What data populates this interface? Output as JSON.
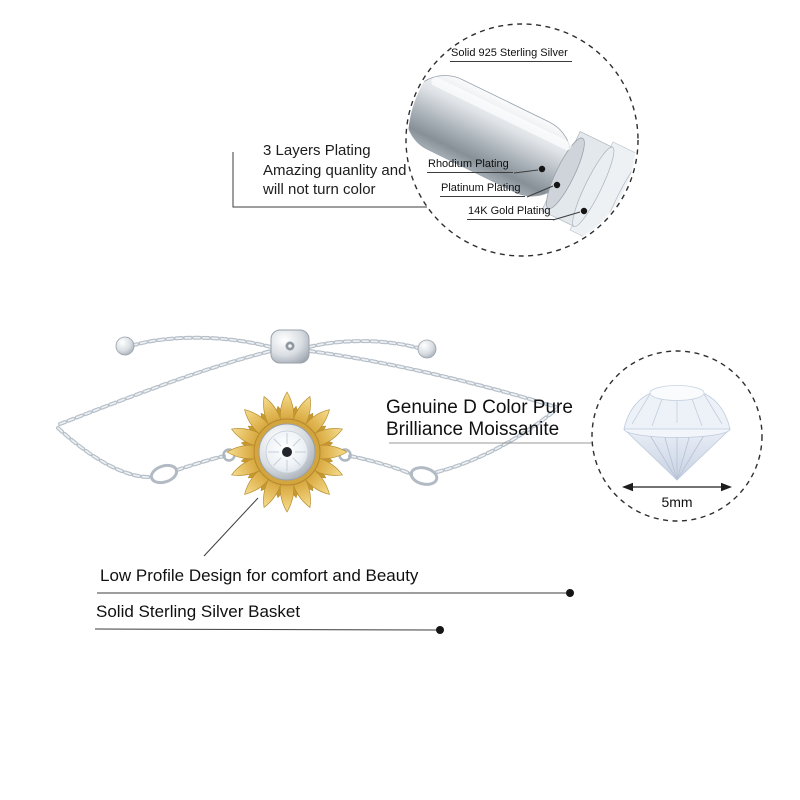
{
  "plating_callout": {
    "title": "3 Layers Plating",
    "line2": "Amazing quanlity and",
    "line3": "will not turn color"
  },
  "plating_zoom": {
    "material": "Solid 925 Sterling Silver",
    "layers": [
      "Rhodium Plating",
      "Platinum Plating",
      "14K Gold Plating"
    ]
  },
  "stone_callout": {
    "line1": "Genuine D Color Pure",
    "line2": "Brilliance Moissanite"
  },
  "stone_zoom": {
    "size": "5mm"
  },
  "features": {
    "low_profile": "Low Profile Design for comfort and Beauty",
    "basket": "Solid Sterling Silver Basket"
  },
  "colors": {
    "gold_accent": "#d3a53e",
    "silver": "#bfc8d0",
    "annotation_line": "#3c3c3c",
    "text": "#141414",
    "background": "#ffffff"
  }
}
